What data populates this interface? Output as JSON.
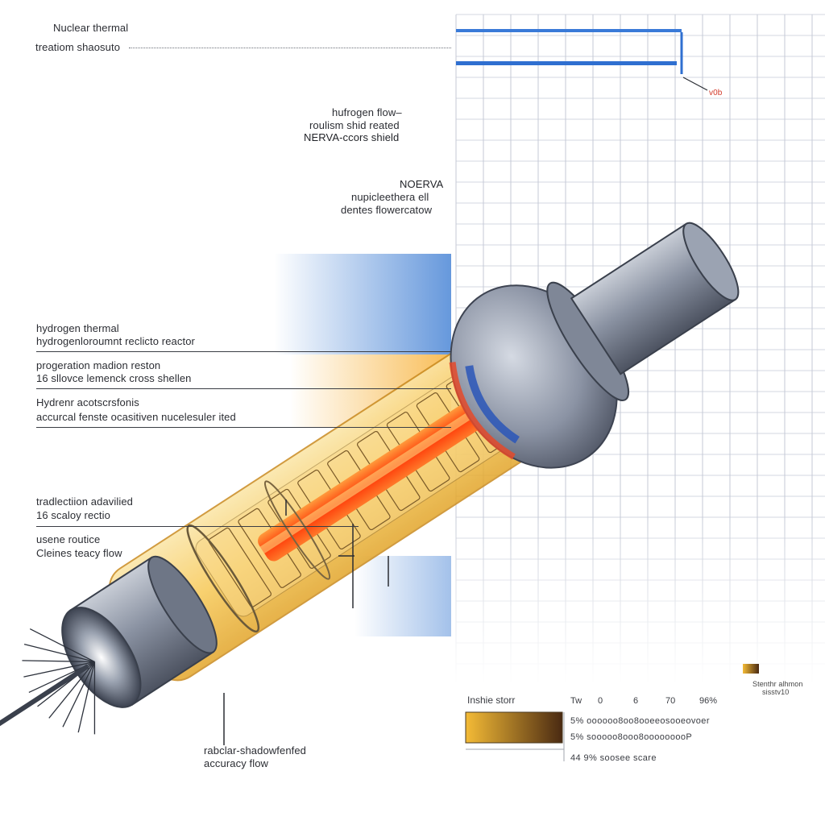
{
  "labels": {
    "top_title": "Nuclear thermal",
    "top_sub": "treatiom shaosuto",
    "grid_note": "v0b",
    "note1_l1": "hufrogen flow–",
    "note1_l2": "roulism shid  reated",
    "note1_l3": "NERVA-ccors shield",
    "note2_l1": "NOERVA",
    "note2_l2": "nupicleethera ell",
    "note2_l3": "dentes flowercatow",
    "left1_l1": "hydrogen thermal",
    "left1_l2": "hydrogenloroumnt reclicto reactor",
    "left2_l1": "progeration madion reston",
    "left2_l2": "16 sllovce lemenck cross shellen",
    "left3_l1": "Hydrenr acotscrsfonis",
    "left3_l2": "accurcal fenste ocasitiven nucelesuler ited",
    "left4_l1": "tradlectiion adavilied",
    "left4_l2": "16 scaloy rectio",
    "left5_l1": "usene routice",
    "left5_l2": "Cleines teacy flow",
    "bottom_l1": "rabclar-shadowfenfed",
    "bottom_l2": "accuracy flow",
    "small_legend_l1": "Stenthr alhmon",
    "small_legend_l2": "sisstv10"
  },
  "legend": {
    "title": "Inshie storr",
    "ticks": [
      "Tw",
      "0",
      "6",
      "70",
      "96%"
    ],
    "row1": "5% oooooo8oo8ooeeosooeovoer",
    "row2": "5% sooooo8ooo8ooooooooP",
    "row3": "44  9% soosee scare",
    "gradient_from": "#f4bb36",
    "gradient_to": "#4a2a12"
  },
  "colors": {
    "grid_line": "#c5cad6",
    "blue_accent": "#2f6fd0",
    "core_orange": "#ff5a16",
    "glow_yellow": "#f7c84a",
    "metal_grey": "#7c8494"
  }
}
